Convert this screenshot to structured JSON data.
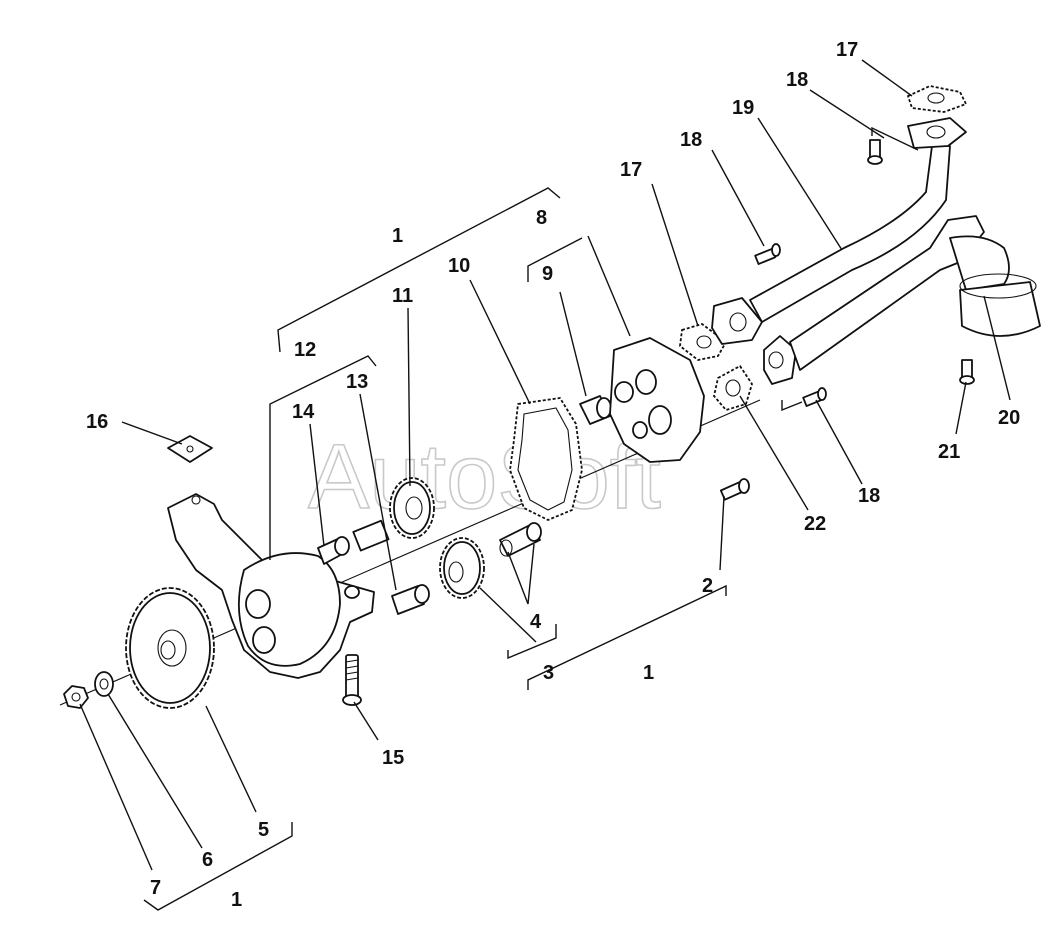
{
  "watermark": "AutoSoft",
  "callouts": [
    {
      "id": "c-1-top",
      "text": "1"
    },
    {
      "id": "c-2",
      "text": "2"
    },
    {
      "id": "c-3",
      "text": "3"
    },
    {
      "id": "c-4",
      "text": "4"
    },
    {
      "id": "c-1-mid",
      "text": "1"
    },
    {
      "id": "c-5",
      "text": "5"
    },
    {
      "id": "c-6",
      "text": "6"
    },
    {
      "id": "c-7",
      "text": "7"
    },
    {
      "id": "c-1-bot",
      "text": "1"
    },
    {
      "id": "c-8",
      "text": "8"
    },
    {
      "id": "c-9",
      "text": "9"
    },
    {
      "id": "c-10",
      "text": "10"
    },
    {
      "id": "c-11",
      "text": "11"
    },
    {
      "id": "c-12",
      "text": "12"
    },
    {
      "id": "c-13",
      "text": "13"
    },
    {
      "id": "c-14",
      "text": "14"
    },
    {
      "id": "c-15",
      "text": "15"
    },
    {
      "id": "c-16",
      "text": "16"
    },
    {
      "id": "c-17-a",
      "text": "17"
    },
    {
      "id": "c-17-b",
      "text": "17"
    },
    {
      "id": "c-18-a",
      "text": "18"
    },
    {
      "id": "c-18-b",
      "text": "18"
    },
    {
      "id": "c-18-c",
      "text": "18"
    },
    {
      "id": "c-19",
      "text": "19"
    },
    {
      "id": "c-20",
      "text": "20"
    },
    {
      "id": "c-21",
      "text": "21"
    },
    {
      "id": "c-22",
      "text": "22"
    }
  ]
}
